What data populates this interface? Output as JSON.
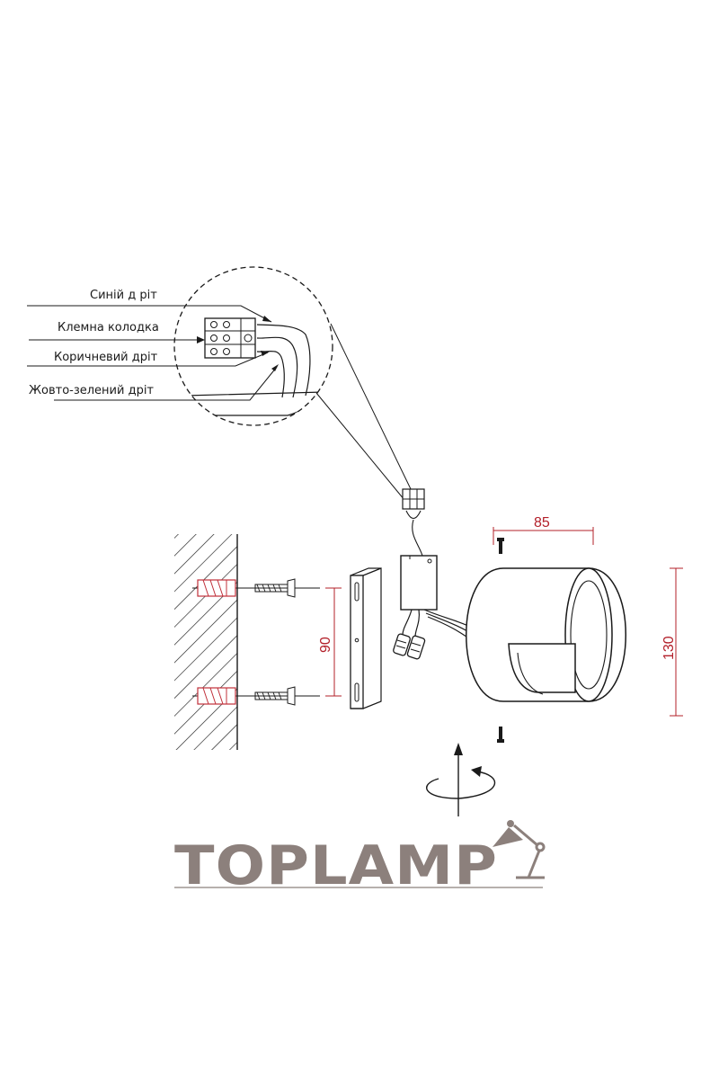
{
  "callouts": {
    "blue_wire": "Синій д ріт",
    "terminal_block": "Клемна колодка",
    "brown_wire": "Коричневий дріт",
    "ground_wire": "Жовто-зелений дріт"
  },
  "dimensions": {
    "depth": "85",
    "mount_spacing": "90",
    "height": "130"
  },
  "brand": {
    "name": "TOPLAMP"
  },
  "colors": {
    "line": "#1a1a1a",
    "dimension": "#b3202a",
    "anchor": "#c0303a",
    "logo": "#8c807c"
  }
}
